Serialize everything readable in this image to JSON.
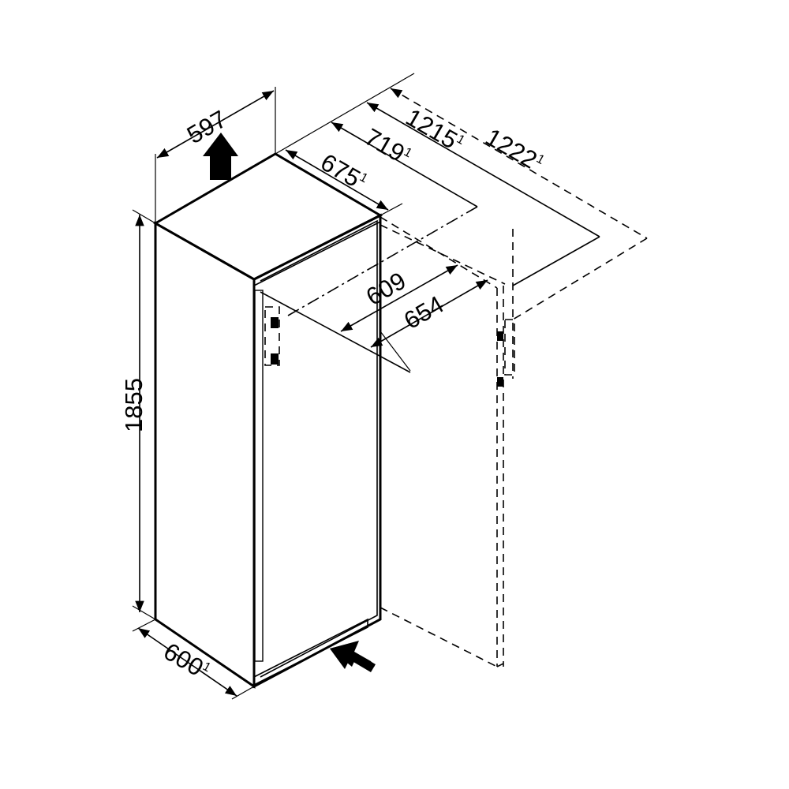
{
  "diagram": {
    "dimensions": {
      "width_top": "597",
      "depth_top": "675",
      "depth_top_sup": "1",
      "depth_door_open": "719",
      "depth_door_open_sup": "1",
      "total_depth_open": "1215",
      "total_depth_open_sup": "1",
      "total_depth_open_max": "1222",
      "total_depth_open_max_sup": "1",
      "niche_depth": "609",
      "niche_depth_total": "654",
      "height": "1855",
      "width_bottom": "600",
      "width_bottom_sup": "1"
    },
    "icons": {
      "airflow_up": "up-arrow-icon",
      "airflow_in": "inward-arrow-icon"
    }
  }
}
